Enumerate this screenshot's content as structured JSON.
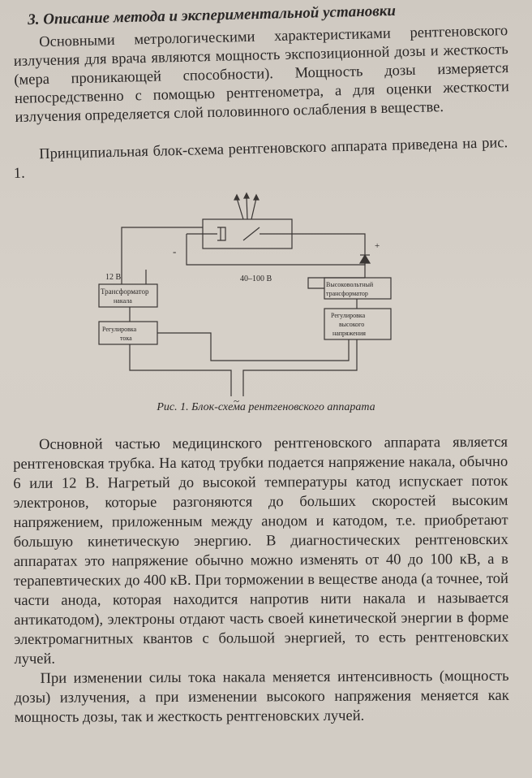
{
  "section": {
    "title": "3. Описание метода и экспериментальной установки"
  },
  "paragraphs_top": [
    "Основными метрологическими характеристиками рентгеновского излучения для врача являются мощность экспозиционной дозы и жесткость (мера проникающей способности). Мощность дозы измеряется непосредственно с помощью рентгенометра, а для оценки жесткости излучения определяется слой половинного ослабления в веществе.",
    "Принципиальная блок-схема рентгеновского аппарата приведена на рис. 1."
  ],
  "figure": {
    "caption": "Рис. 1. Блок-схема рентгеновского аппарата",
    "labels": {
      "v12": "12 В",
      "v40_100": "40–100 В",
      "minus": "-",
      "plus": "+",
      "ac": "~",
      "tr_heat_1": "Трансформатор",
      "tr_heat_2": "накала",
      "reg_current_1": "Регулировка",
      "reg_current_2": "тока",
      "hv_tr_1": "Высоковольтный",
      "hv_tr_2": "трансформатор",
      "reg_hv_1": "Регулировка",
      "reg_hv_2": "высокого",
      "reg_hv_3": "напряжения"
    }
  },
  "paragraphs_bottom": [
    "Основной частью медицинского рентгеновского аппарата является рентгеновская трубка. На катод трубки подается напряжение накала, обычно 6 или 12 В. Нагретый до высокой температуры катод испускает поток электронов, которые разгоняются до больших скоростей высоким напряжением, приложенным между анодом и катодом, т.е. приобретают большую кинетическую энергию. В диагностических рентгеновских аппаратах это напряжение обычно можно изменять от 40 до 100 кВ, а в терапевтических до 400 кВ. При торможении в веществе анода (а точнее, той части анода, которая находится напротив нити накала и называется антикатодом), электроны отдают часть своей кинетической энергии в форме электромагнитных квантов с большой энергией, то есть рентгеновских лучей.",
    "При изменении силы тока накала меняется интенсивность (мощность дозы) излучения, а при изменении высокого напряжения меняется как мощность дозы, так и жесткость рентгеновских лучей."
  ]
}
